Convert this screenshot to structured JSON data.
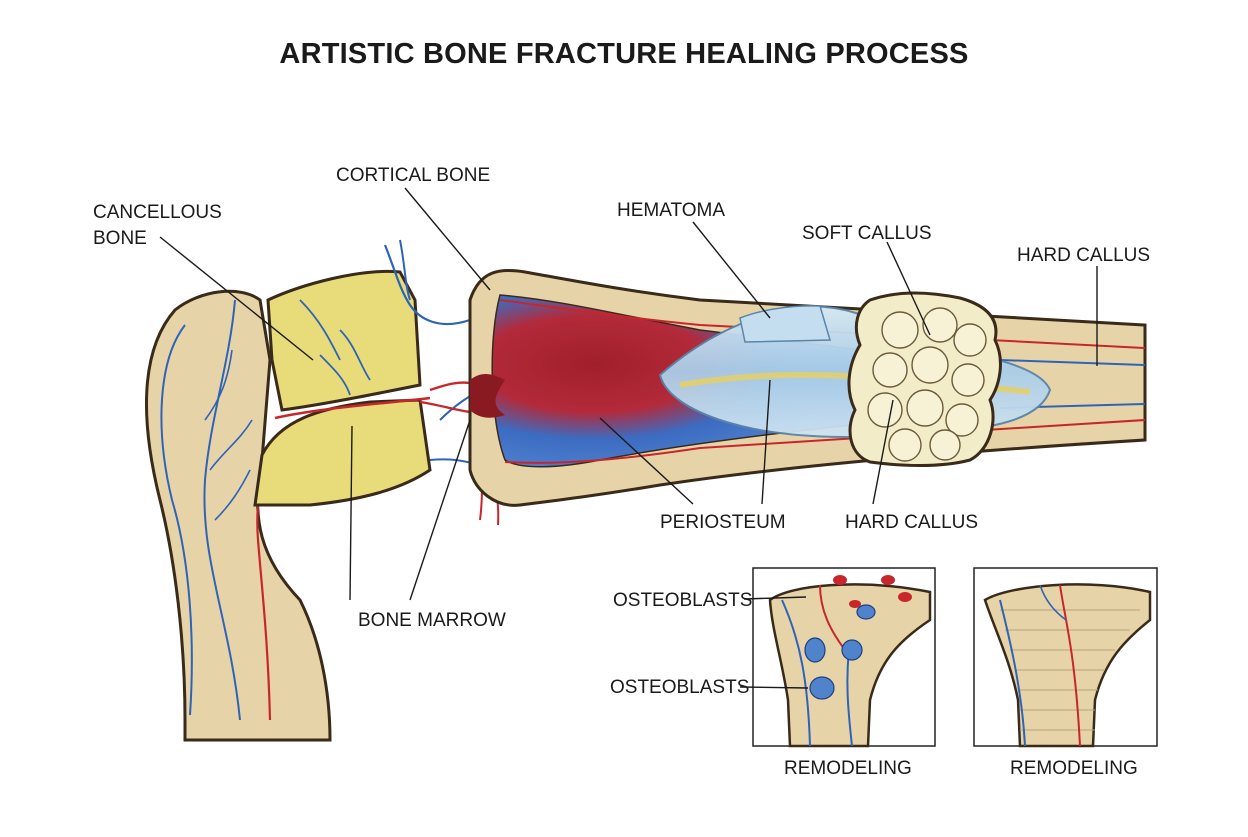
{
  "title": "ARTISTIC BONE FRACTURE HEALING PROCESS",
  "labels": {
    "cancellous_bone": "CANCELLOUS\nBONE",
    "cortical_bone": "CORTICAL BONE",
    "hematoma": "HEMATOMA",
    "soft_callus": "SOFT CALLUS",
    "hard_callus_top": "HARD CALLUS",
    "periosteum": "PERIOSTEUM",
    "hard_callus_bottom": "HARD CALLUS",
    "bone_marrow": "BONE MARROW",
    "osteoblasts_1": "OSTEOBLASTS",
    "osteoblasts_2": "OSTEOBLASTS",
    "remodeling_1": "REMODELING",
    "remodeling_2": "REMODELING"
  },
  "colors": {
    "bone": "#e6d4a8",
    "bone_outline": "#3a2a1a",
    "cancellous": "#e8dc7a",
    "marrow_blue": "#3f6fc4",
    "hematoma_red": "#b3262a",
    "vessel_red": "#c8262a",
    "vessel_blue": "#2f63b8",
    "soft_callus": "#bcd8ec",
    "hard_callus": "#f3ecc8"
  }
}
